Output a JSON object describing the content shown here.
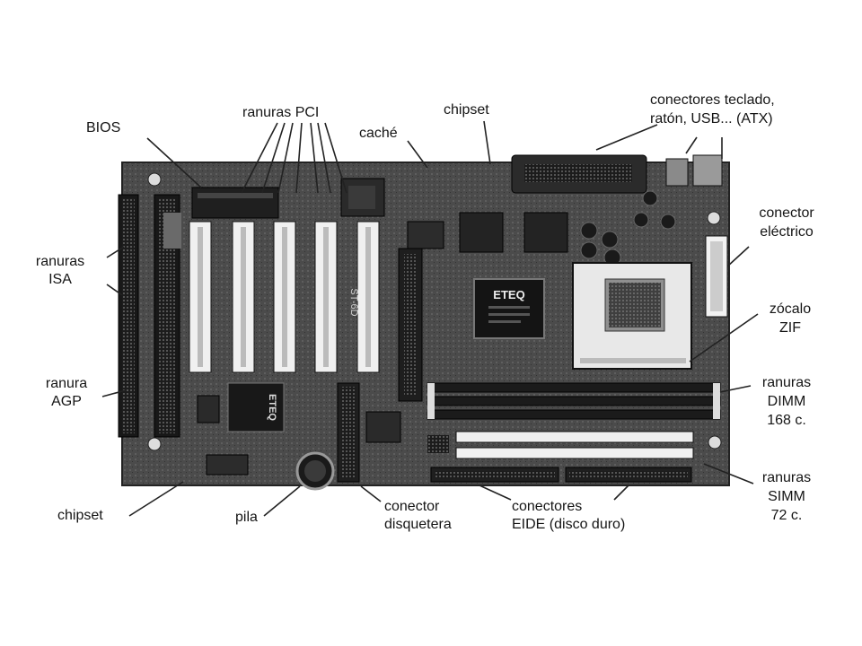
{
  "labels": {
    "bios": "BIOS",
    "pci": "ranuras PCI",
    "cache": "caché",
    "chipset_top": "chipset",
    "conn_line1": "conectores teclado,",
    "conn_line2": "ratón, USB... (ATX)",
    "isa_line1": "ranuras",
    "isa_line2": "ISA",
    "agp_line1": "ranura",
    "agp_line2": "AGP",
    "chipset_bottom": "chipset",
    "pila": "pila",
    "floppy_line1": "conector",
    "floppy_line2": "disquetera",
    "eide_line1": "conectores",
    "eide_line2": "EIDE (disco duro)",
    "power_line1": "conector",
    "power_line2": "eléctrico",
    "zif_line1": "zócalo",
    "zif_line2": "ZIF",
    "dimm_line1": "ranuras",
    "dimm_line2": "DIMM",
    "dimm_line3": "168 c.",
    "simm_line1": "ranuras",
    "simm_line2": "SIMM",
    "simm_line3": "72 c."
  },
  "chips": {
    "north_bridge": "ETEQ",
    "south_bridge": "ETEQ",
    "board_mark": "ST-6D"
  },
  "colors": {
    "board": "#4a4a4a",
    "slot_white": "#eeeeee",
    "label_text": "#151515",
    "leader": "#222222"
  }
}
